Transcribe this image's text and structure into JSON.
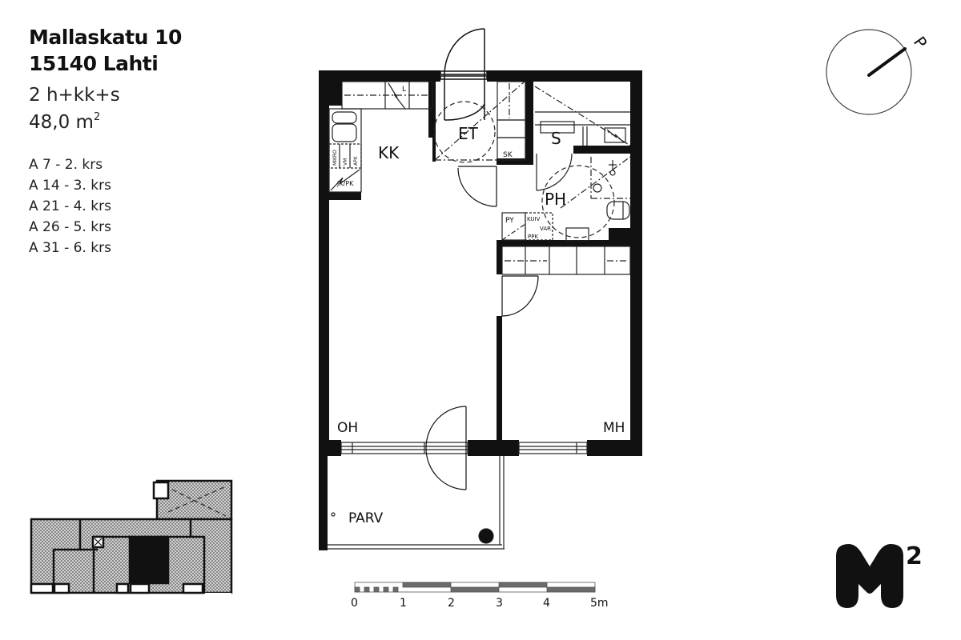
{
  "header": {
    "street": "Mallaskatu 10",
    "city": "15140 Lahti",
    "room_type": "2 h+kk+s",
    "area_value": "48,0 m",
    "area_sup": "2"
  },
  "apartments": [
    {
      "label": "A 7 - 2. krs"
    },
    {
      "label": "A 14 - 3. krs"
    },
    {
      "label": "A 21 - 4. krs"
    },
    {
      "label": "A 26 - 5. krs"
    },
    {
      "label": "A 31 - 6. krs"
    }
  ],
  "plan": {
    "rooms": {
      "kitchen": "KK",
      "entry": "ET",
      "sauna": "S",
      "bathroom": "PH",
      "living": "OH",
      "bedroom": "MH",
      "balcony": "PARV"
    },
    "fixtures": {
      "closet": "SK",
      "laundry": "PY",
      "dryer": "KUIV",
      "washer": "VAR",
      "ppk": "PPK",
      "fridge_freezer": "JK/PK",
      "micro": "MIKRO",
      "vm": "VM",
      "apk": "APK",
      "oven": "L"
    }
  },
  "scale_bar": {
    "ticks": [
      "0",
      "1",
      "2",
      "3",
      "4",
      "5m"
    ]
  },
  "compass": {
    "north_label": "P"
  },
  "logo": {
    "text": "M",
    "sup": "2"
  },
  "colors": {
    "wall": "#111111",
    "line": "#222222",
    "hatch": "#9a9a9a"
  }
}
